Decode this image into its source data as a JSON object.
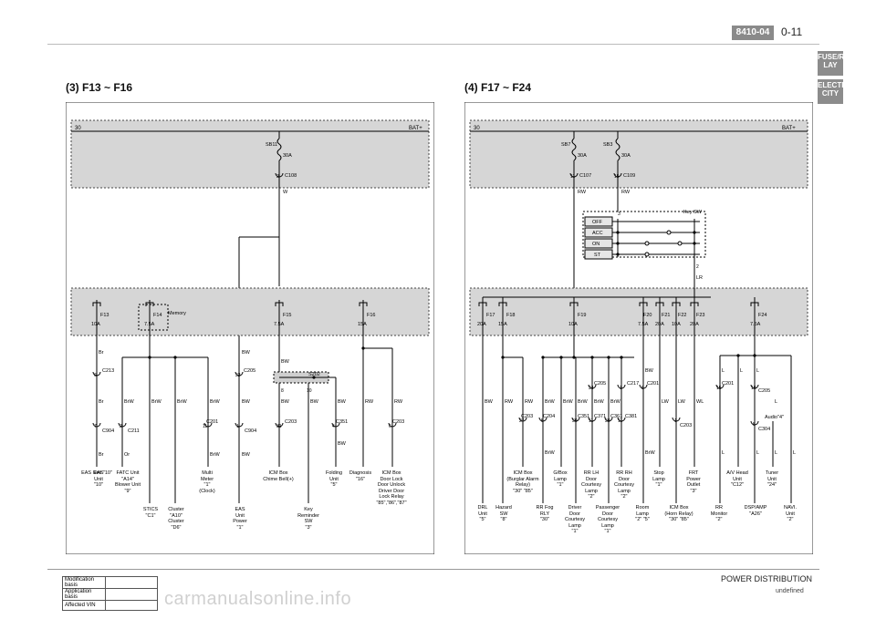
{
  "header": {
    "code": "8410-04",
    "page": "0-11"
  },
  "side_tabs": [
    {
      "label": "FUSE/RE LAY"
    },
    {
      "label": "ELECTRI CITY"
    }
  ],
  "sections": [
    {
      "title": "(3) F13 ~ F16"
    },
    {
      "title": "(4) F17 ~ F24"
    }
  ],
  "left_diagram": {
    "batt_left": "30",
    "batt_right": "BAT+",
    "sb": "SB11",
    "sb_amp": "30A",
    "sb_conn": {
      "pin": "2",
      "name": "C108"
    },
    "sb_wire": "W",
    "fuses": [
      {
        "name": "F13",
        "amp": "10A"
      },
      {
        "name": "F14",
        "amp": "7.5A",
        "note": "Memory"
      },
      {
        "name": "F15",
        "amp": "7.5A"
      },
      {
        "name": "F16",
        "amp": "15A"
      }
    ],
    "wires": [
      "Br",
      "BrW",
      "BrW",
      "BrW",
      "BrW",
      "BW",
      "BW",
      "BW",
      "BW",
      "BW",
      "RW",
      "RW",
      "Or",
      "S202",
      "Br",
      "BW"
    ],
    "connectors": [
      {
        "pin": "6",
        "name": "C213"
      },
      {
        "pin": "7",
        "name": "C904"
      },
      {
        "pin": "2",
        "name": "C211"
      },
      {
        "pin": "11",
        "name": "C201"
      },
      {
        "pin": "32",
        "name": "C205"
      },
      {
        "pin": "1",
        "name": "C904"
      },
      {
        "pin": "31",
        "name": "C203"
      },
      {
        "pin": "4",
        "name": "C351"
      },
      {
        "pin": "6",
        "name": "C203"
      },
      {
        "pin": "8",
        "name": ""
      },
      {
        "pin": "10",
        "name": ""
      },
      {
        "pin": "7",
        "name": ""
      }
    ],
    "components": [
      {
        "text": "EAS\nUnit\n\"10\""
      },
      {
        "text": "FATC Unit\n\"A14\"\nBlower Unit\n\"9\""
      },
      {
        "text": "STICS\n\"C1\""
      },
      {
        "text": "Cluster\n\"A10\"\nCluster\n\"D6\""
      },
      {
        "text": "Multi\nMeter\n\"1\"\n(Clock)"
      },
      {
        "text": "EAS\nUnit\nPower\n\"1\""
      },
      {
        "text": "ICM Box\nChime Bell(+)"
      },
      {
        "text": "Key\nReminder\nSW\n\"3\""
      },
      {
        "text": "Folding\nUnit\n\"5\""
      },
      {
        "text": "Diagnosis\n\"16\""
      },
      {
        "text": "ICM Box\nDoor Lock\nDoor Unlock\nDriver Door\nLock Relay\n\"85\",\"86\",\"87\""
      }
    ]
  },
  "right_diagram": {
    "batt_left": "30",
    "batt_right": "BAT+",
    "sbs": [
      {
        "name": "SB7",
        "amp": "30A",
        "pin": "11",
        "conn": "C107",
        "wire": "RW"
      },
      {
        "name": "SB3",
        "amp": "30A",
        "pin": "15",
        "conn": "C109",
        "wire": "RW"
      }
    ],
    "key_sw": {
      "title": "Key SW",
      "positions": [
        "OFF",
        "ACC",
        "ON",
        "ST"
      ],
      "pin_top": "3",
      "pin_bottom": "2",
      "out_wire": "LR"
    },
    "fuses": [
      {
        "name": "F17",
        "amp": "20A"
      },
      {
        "name": "F18",
        "amp": "15A"
      },
      {
        "name": "F19",
        "amp": "10A"
      },
      {
        "name": "F20",
        "amp": "7.5A"
      },
      {
        "name": "F21",
        "amp": "20A"
      },
      {
        "name": "F22",
        "amp": "10A"
      },
      {
        "name": "F23",
        "amp": "20A"
      },
      {
        "name": "F24",
        "amp": "7.5A"
      }
    ],
    "wires": [
      "BW",
      "RW",
      "RW",
      "BrW",
      "BrW",
      "BrW",
      "BrW",
      "BrW",
      "BW",
      "LW",
      "LW",
      "WL",
      "L",
      "L",
      "L",
      "L",
      "BrW",
      "BrW",
      "L",
      "L",
      "L",
      "L"
    ],
    "connectors": [
      {
        "pin": "27",
        "name": "C203"
      },
      {
        "pin": "5",
        "name": "C204"
      },
      {
        "pin": "34",
        "name": "C205"
      },
      {
        "pin": "1",
        "name": "C217"
      },
      {
        "pin": "8",
        "name": "C201"
      },
      {
        "pin": "30",
        "name": "C351"
      },
      {
        "pin": "11",
        "name": "C371"
      },
      {
        "pin": "30",
        "name": "C361"
      },
      {
        "pin": "11",
        "name": "C381"
      },
      {
        "pin": "1",
        "name": "C203"
      },
      {
        "pin": "15",
        "name": "C201"
      },
      {
        "pin": "10",
        "name": "C205"
      },
      {
        "pin": "5",
        "name": "C304"
      }
    ],
    "components": [
      {
        "text": "DRL\nUnit\n\"5\""
      },
      {
        "text": "Hazard\nSW\n\"8\""
      },
      {
        "text": "ICM Box\n(Burglar Alarm\nRelay)\n\"30\" \"85\""
      },
      {
        "text": "RR Fog\nRLY\n\"30\""
      },
      {
        "text": "G/Box\nLamp\n\"1\""
      },
      {
        "text": "Driver\nDoor\nCourtesy\nLamp\n\"1\""
      },
      {
        "text": "RR LH\nDoor\nCourtesy\nLamp\n\"2\""
      },
      {
        "text": "Passenger\nDoor\nCourtesy\nLamp\n\"1\""
      },
      {
        "text": "RR RH\nDoor\nCourtesy\nLamp\n\"2\""
      },
      {
        "text": "Room\nLamp\n\"2\" \"5\""
      },
      {
        "text": "Stop\nLamp\n\"1\""
      },
      {
        "text": "ICM Box\n(Horn Relay)\n\"30\" \"85\""
      },
      {
        "text": "FRT\nPower\nOutlet\n\"3\""
      },
      {
        "text": "RR\nMonitor\n\"2\""
      },
      {
        "text": "A/V Head\nUnit\n\"C12\""
      },
      {
        "text": "DSP/AMP\n\"A26\""
      },
      {
        "text": "Audio\"4\""
      },
      {
        "text": "Tuner\nUnit\n\"24\""
      },
      {
        "text": "NAVI.\nUnit\n\"2\""
      }
    ]
  },
  "footer": {
    "title": "POWER DISTRIBUTION",
    "undefined": "undefined",
    "table": [
      {
        "label": "Modification basis",
        "value": ""
      },
      {
        "label": "Application basis",
        "value": ""
      },
      {
        "label": "Affected VIN",
        "value": ""
      }
    ],
    "watermark": "carmanualsonline.info"
  }
}
